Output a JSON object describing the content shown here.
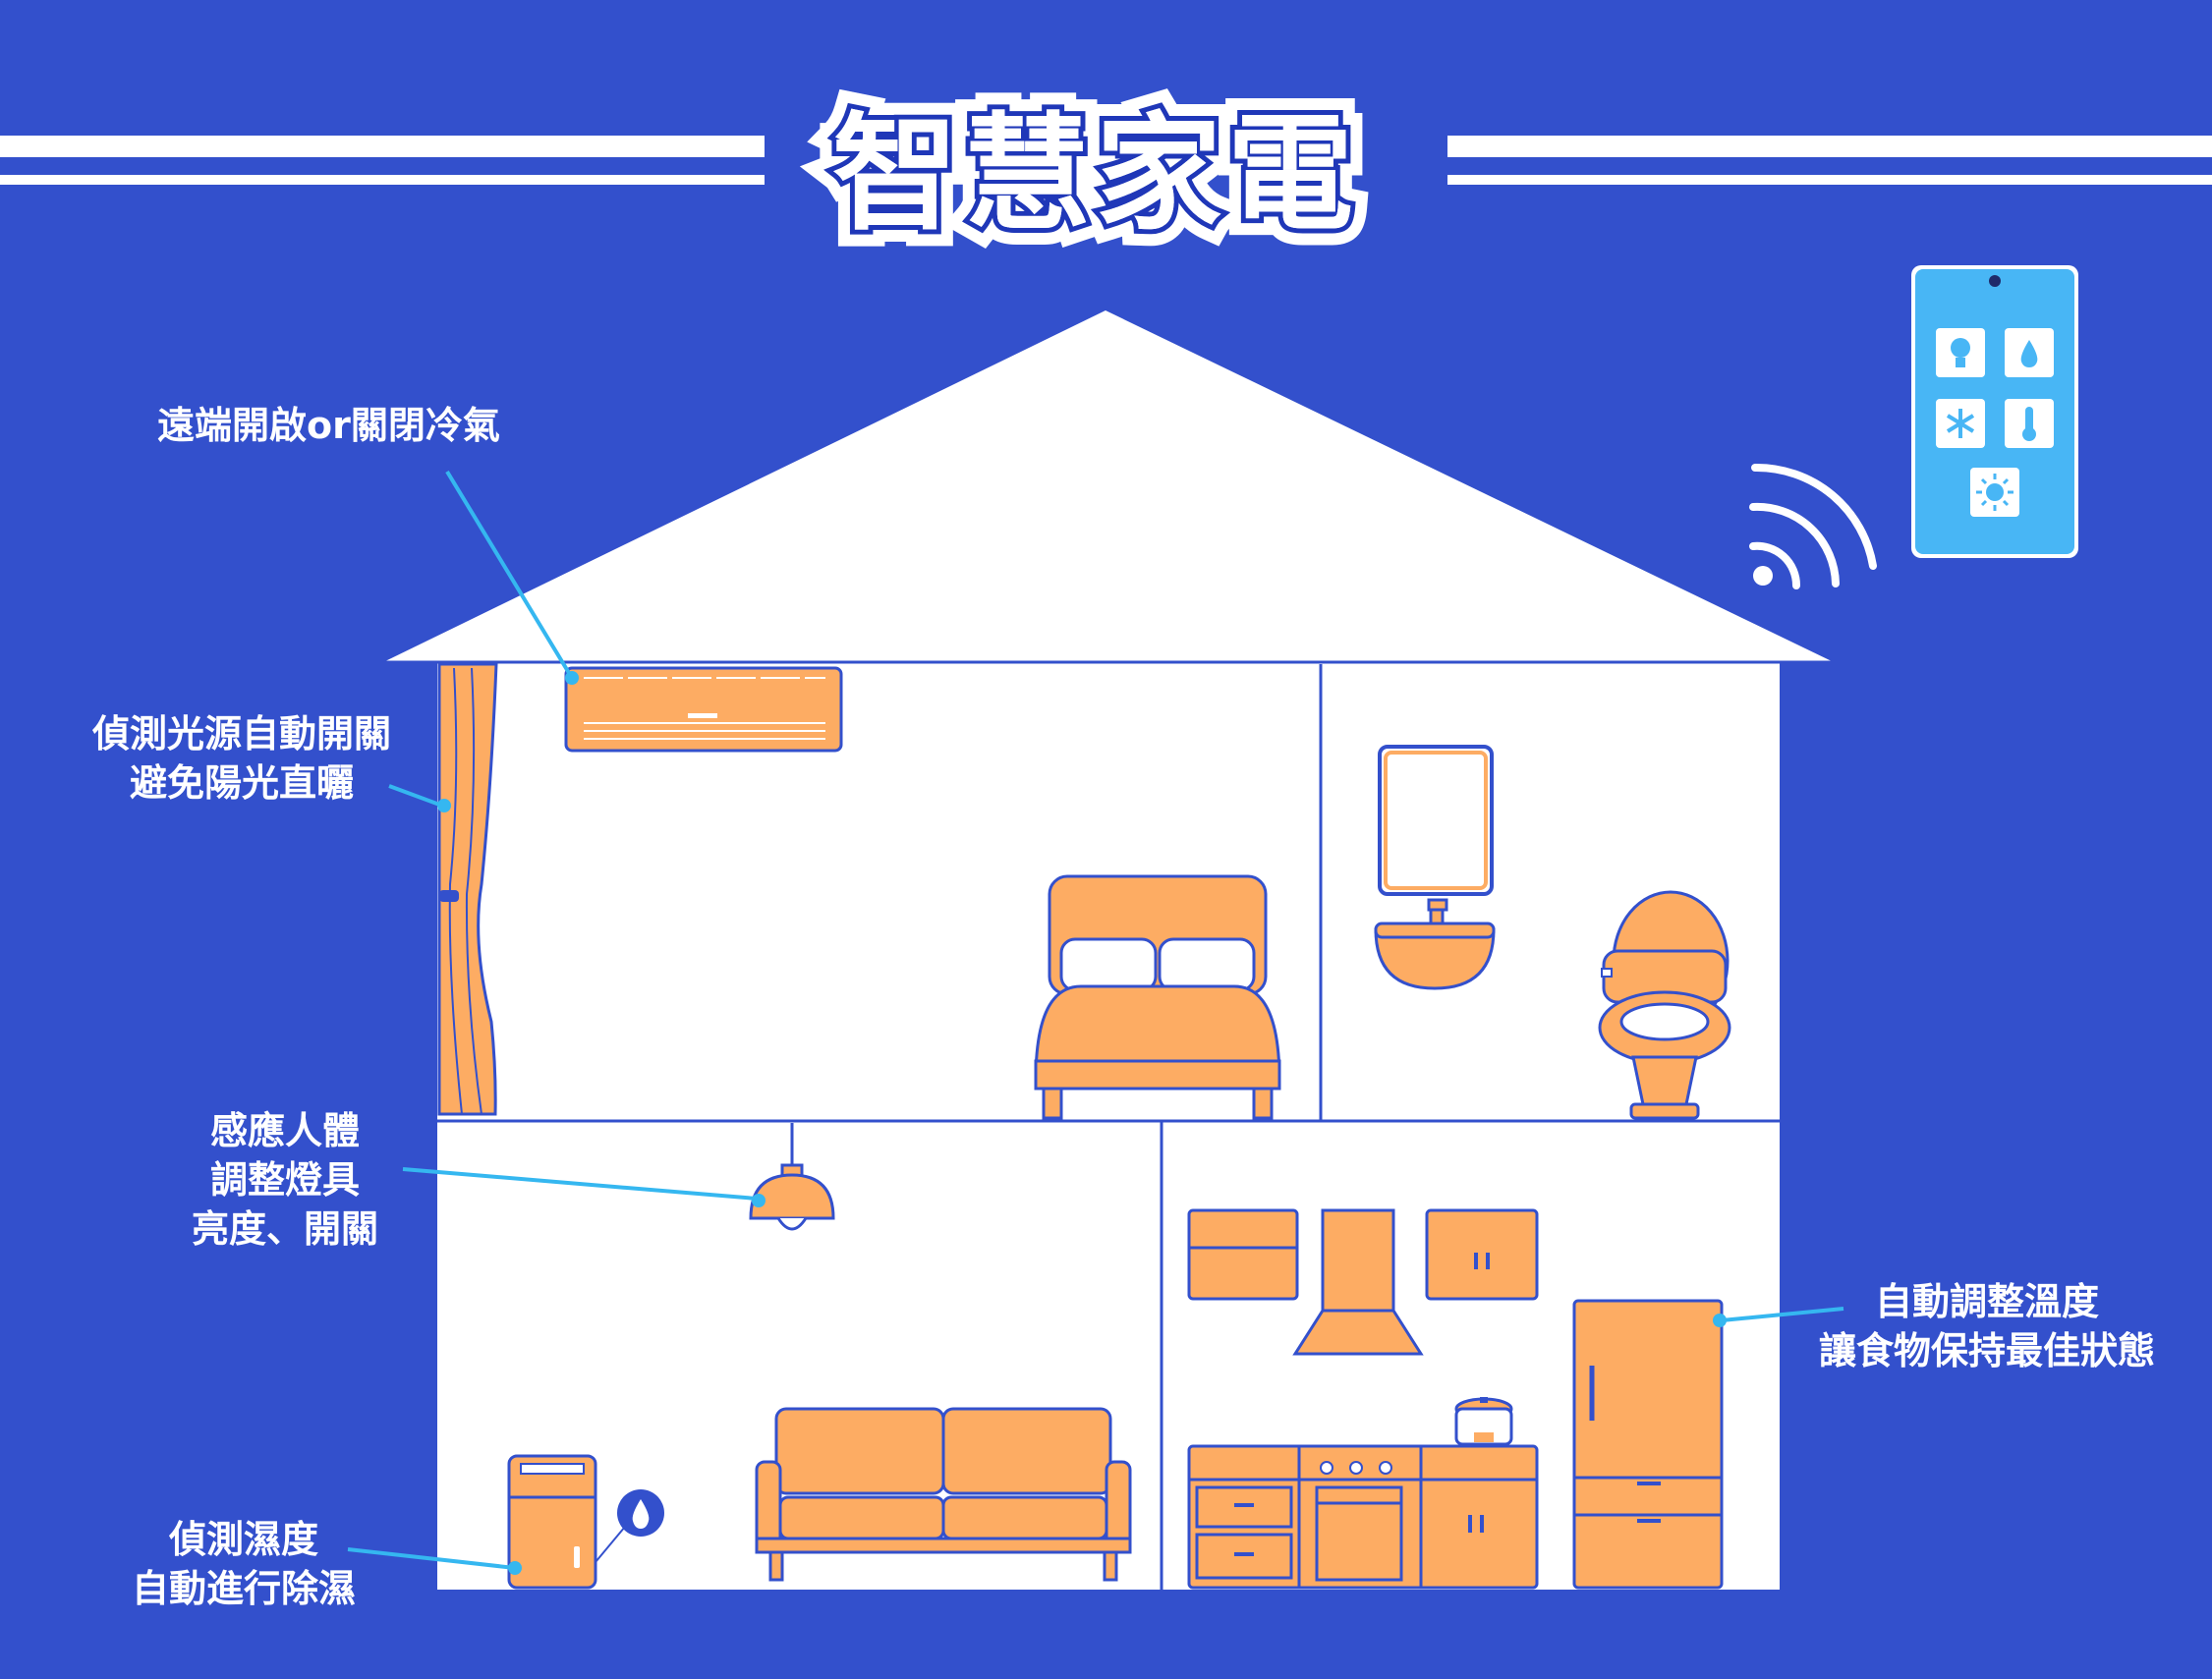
{
  "title": "智慧家電",
  "colors": {
    "background": "#3350cc",
    "house": "#ffffff",
    "appliance_fill": "#fdac63",
    "outline": "#3350cc",
    "pointer": "#35b7f0",
    "phone_screen": "#48b6f5"
  },
  "phone": {
    "icons": [
      "lightbulb-icon",
      "water-drop-icon",
      "snowflake-icon",
      "thermometer-icon",
      "sun-icon"
    ]
  },
  "callouts": {
    "ac": {
      "lines": [
        "遠端開啟or關閉冷氣"
      ]
    },
    "curtain": {
      "lines": [
        "偵測光源自動開關",
        "避免陽光直曬"
      ]
    },
    "lamp": {
      "lines": [
        "感應人體",
        "調整燈具",
        "亮度、開關"
      ]
    },
    "dehumidifier": {
      "lines": [
        "偵測濕度",
        "自動進行除濕"
      ]
    },
    "fridge": {
      "lines": [
        "自動調整溫度",
        "讓食物保持最佳狀態"
      ]
    }
  }
}
